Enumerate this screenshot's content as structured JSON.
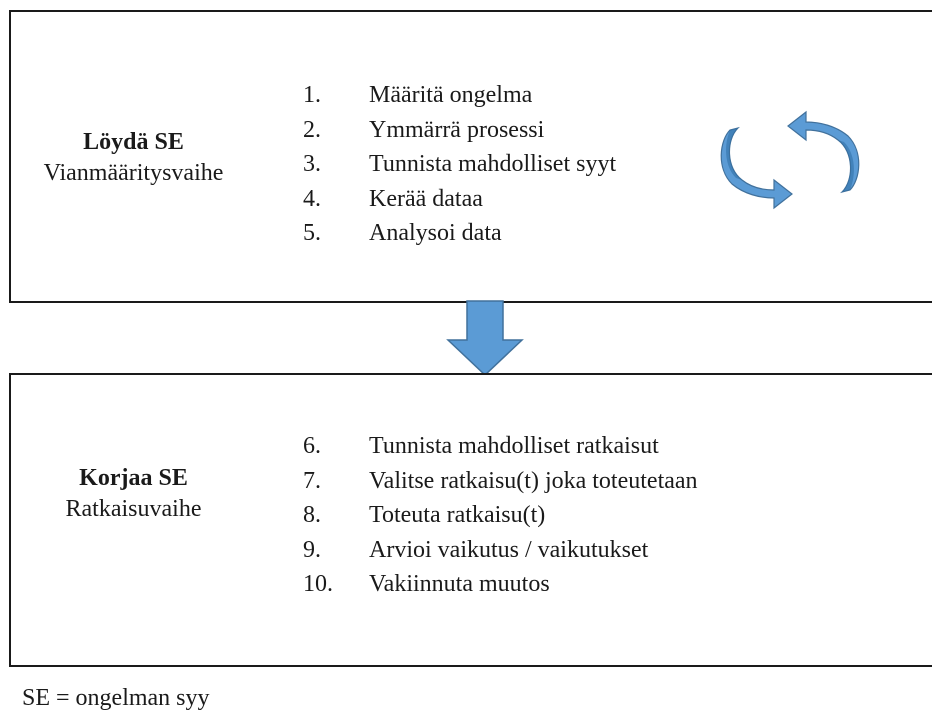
{
  "find_phase": {
    "title": "Löydä SE",
    "subtitle": "Vianmääritysvaihe",
    "steps": [
      {
        "num": "1.",
        "text": "Määritä ongelma"
      },
      {
        "num": "2.",
        "text": "Ymmärrä prosessi"
      },
      {
        "num": "3.",
        "text": "Tunnista mahdolliset syyt"
      },
      {
        "num": "4.",
        "text": "Kerää dataa"
      },
      {
        "num": "5.",
        "text": "Analysoi data"
      }
    ],
    "cycle_icon": "circular-arrows-icon"
  },
  "transition_icon": "down-arrow-icon",
  "fix_phase": {
    "title": "Korjaa SE",
    "subtitle": "Ratkaisuvaihe",
    "steps": [
      {
        "num": "6.",
        "text": "Tunnista mahdolliset ratkaisut"
      },
      {
        "num": "7.",
        "text": "Valitse ratkaisu(t) joka toteutetaan"
      },
      {
        "num": "8.",
        "text": "Toteuta ratkaisu(t)"
      },
      {
        "num": "9.",
        "text": "Arvioi vaikutus / vaikutukset"
      },
      {
        "num": "10.",
        "text": "Vakiinnuta muutos"
      }
    ]
  },
  "footnote": "SE = ongelman syy",
  "colors": {
    "arrow_fill": "#5b9bd5",
    "arrow_dark": "#2e6da4",
    "arrow_stroke": "#41719c",
    "border": "#1a1a1a"
  }
}
